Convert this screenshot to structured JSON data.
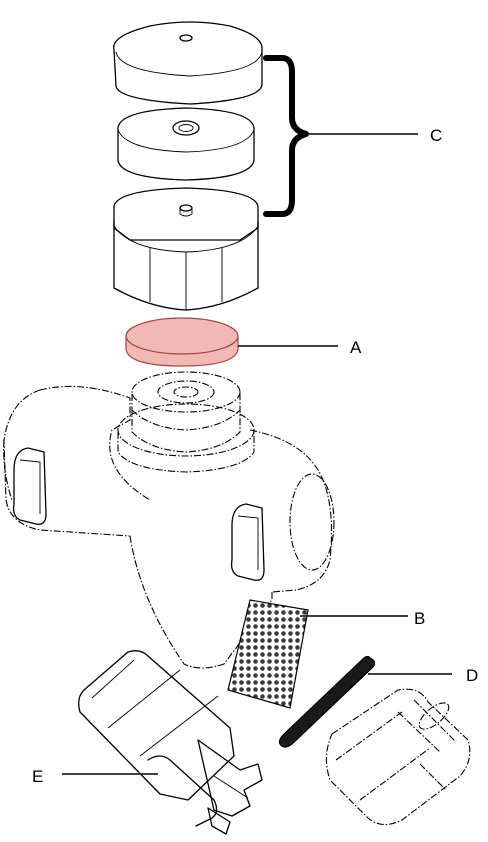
{
  "labels": {
    "a": "A",
    "b": "B",
    "c": "C",
    "d": "D",
    "e": "E"
  },
  "colors": {
    "line": "#000000",
    "highlight_fill": "#f2b8b4",
    "highlight_stroke": "#a04848",
    "background": "#ffffff",
    "screen_fill": "#3a3a3a"
  }
}
